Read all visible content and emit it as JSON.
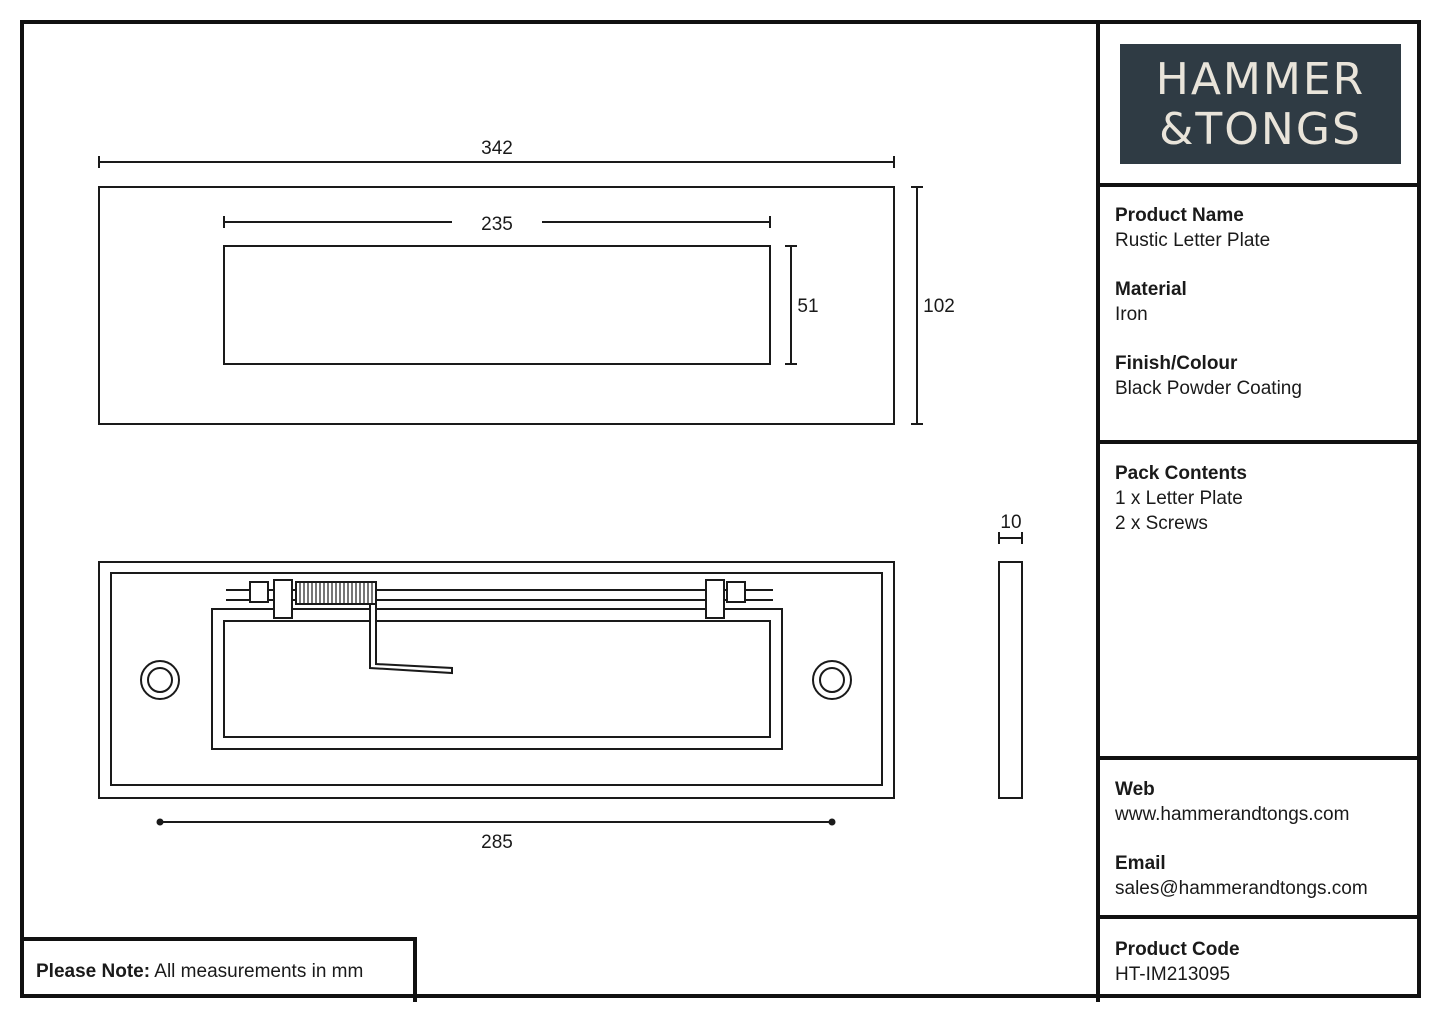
{
  "dimensions": {
    "overall_length": "342",
    "slot_length": "235",
    "slot_height": "51",
    "overall_height": "102",
    "depth": "10",
    "screw_centres": "285"
  },
  "logo": {
    "line1": "HAMMER",
    "line2": "&TONGS"
  },
  "product": {
    "name_label": "Product Name",
    "name_value": "Rustic Letter Plate",
    "material_label": "Material",
    "material_value": "Iron",
    "finish_label": "Finish/Colour",
    "finish_value": "Black Powder Coating"
  },
  "pack": {
    "label": "Pack Contents",
    "items": [
      "1 x Letter Plate",
      "2 x Screws"
    ]
  },
  "contact": {
    "web_label": "Web",
    "web_value": "www.hammerandtongs.com",
    "email_label": "Email",
    "email_value": "sales@hammerandtongs.com"
  },
  "code": {
    "label": "Product Code",
    "value": "HT-IM213095"
  },
  "note": {
    "label": "Please Note:",
    "text": "All measurements in mm"
  }
}
